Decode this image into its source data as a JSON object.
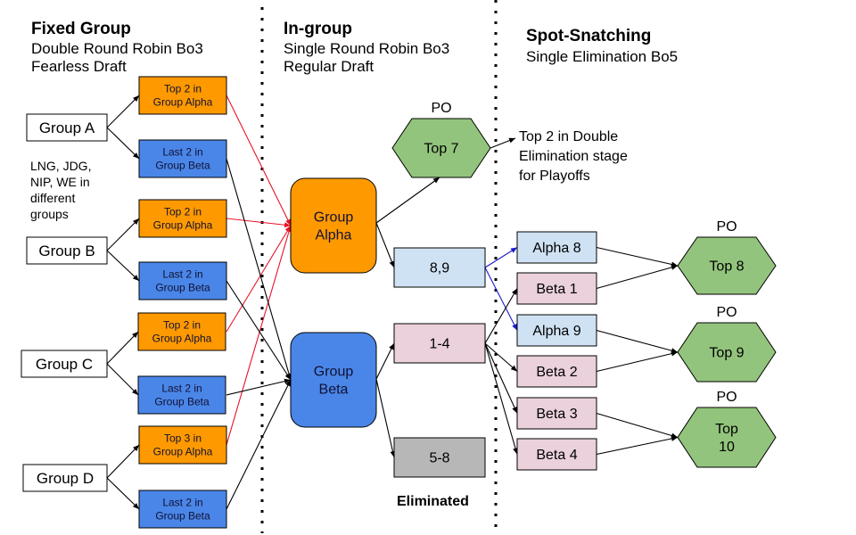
{
  "sections": [
    {
      "title": "Fixed Group",
      "lines": "Double Round Robin Bo3\nFearless Draft"
    },
    {
      "title": "In-group",
      "lines": "Single Round Robin Bo3\nRegular Draft"
    },
    {
      "title": "Spot-Snatching",
      "lines": "Single Elimination Bo5"
    }
  ],
  "notes": {
    "seeding": "LNG, JDG,\nNIP, WE in\ndifferent\ngroups",
    "top7_outcome": "Top 2 in Double\nElimination stage\nfor Playoffs",
    "eliminated": "Eliminated"
  },
  "colors": {
    "orange": "#ff9900",
    "blue": "#4a86e8",
    "light_blue": "#cfe2f3",
    "pink": "#ead1dc",
    "gray": "#b7b7b7",
    "green": "#93c47d",
    "red_arrow": "#e8132a",
    "blue_arrow": "#1a1acc",
    "black_arrow": "#000000"
  },
  "nodes": {
    "groupA": {
      "label": "Group A",
      "kind": "group"
    },
    "groupB": {
      "label": "Group B",
      "kind": "group"
    },
    "groupC": {
      "label": "Group C",
      "kind": "group"
    },
    "groupD": {
      "label": "Group D",
      "kind": "group"
    },
    "a_top": {
      "label": "Top 2 in\nGroup Alpha",
      "kind": "orange"
    },
    "a_last": {
      "label": "Last 2 in\nGroup Beta",
      "kind": "blue"
    },
    "b_top": {
      "label": "Top 2 in\nGroup Alpha",
      "kind": "orange"
    },
    "b_last": {
      "label": "Last 2 in\nGroup Beta",
      "kind": "blue"
    },
    "c_top": {
      "label": "Top 2 in\nGroup Alpha",
      "kind": "orange"
    },
    "c_last": {
      "label": "Last 2 in\nGroup Beta",
      "kind": "blue"
    },
    "d_top": {
      "label": "Top 3 in\nGroup Alpha",
      "kind": "orange"
    },
    "d_last": {
      "label": "Last 2 in\nGroup Beta",
      "kind": "blue"
    },
    "alpha": {
      "label": "Group\nAlpha",
      "kind": "orange-round"
    },
    "beta": {
      "label": "Group\nBeta",
      "kind": "blue-round"
    },
    "top7": {
      "label": "Top 7",
      "kind": "hex",
      "caption": "PO"
    },
    "a89": {
      "label": "8,9",
      "kind": "light-blue"
    },
    "b14": {
      "label": "1-4",
      "kind": "pink"
    },
    "b58": {
      "label": "5-8",
      "kind": "gray"
    },
    "alpha8": {
      "label": "Alpha 8",
      "kind": "light-blue"
    },
    "beta1": {
      "label": "Beta 1",
      "kind": "pink"
    },
    "alpha9": {
      "label": "Alpha 9",
      "kind": "light-blue"
    },
    "beta2": {
      "label": "Beta 2",
      "kind": "pink"
    },
    "beta3": {
      "label": "Beta 3",
      "kind": "pink"
    },
    "beta4": {
      "label": "Beta 4",
      "kind": "pink"
    },
    "top8": {
      "label": "Top 8",
      "kind": "hex",
      "caption": "PO"
    },
    "top9": {
      "label": "Top 9",
      "kind": "hex",
      "caption": "PO"
    },
    "top10": {
      "label": "Top\n10",
      "kind": "hex",
      "caption": "PO"
    }
  },
  "edges": [
    {
      "from": "groupA",
      "to": "a_top",
      "color": "black"
    },
    {
      "from": "groupA",
      "to": "a_last",
      "color": "black"
    },
    {
      "from": "groupB",
      "to": "b_top",
      "color": "black"
    },
    {
      "from": "groupB",
      "to": "b_last",
      "color": "black"
    },
    {
      "from": "groupC",
      "to": "c_top",
      "color": "black"
    },
    {
      "from": "groupC",
      "to": "c_last",
      "color": "black"
    },
    {
      "from": "groupD",
      "to": "d_top",
      "color": "black"
    },
    {
      "from": "groupD",
      "to": "d_last",
      "color": "black"
    },
    {
      "from": "a_top",
      "to": "alpha",
      "color": "red"
    },
    {
      "from": "b_top",
      "to": "alpha",
      "color": "red"
    },
    {
      "from": "c_top",
      "to": "alpha",
      "color": "red"
    },
    {
      "from": "d_top",
      "to": "alpha",
      "color": "red"
    },
    {
      "from": "a_last",
      "to": "beta",
      "color": "black"
    },
    {
      "from": "b_last",
      "to": "beta",
      "color": "black"
    },
    {
      "from": "c_last",
      "to": "beta",
      "color": "black"
    },
    {
      "from": "d_last",
      "to": "beta",
      "color": "black"
    },
    {
      "from": "alpha",
      "to": "top7",
      "color": "black"
    },
    {
      "from": "alpha",
      "to": "a89",
      "color": "black"
    },
    {
      "from": "beta",
      "to": "b14",
      "color": "black"
    },
    {
      "from": "beta",
      "to": "b58",
      "color": "black"
    },
    {
      "from": "top7",
      "to": "top7_outcome",
      "color": "black"
    },
    {
      "from": "a89",
      "to": "alpha8",
      "color": "blue"
    },
    {
      "from": "a89",
      "to": "alpha9",
      "color": "blue"
    },
    {
      "from": "b14",
      "to": "beta1",
      "color": "black"
    },
    {
      "from": "b14",
      "to": "beta2",
      "color": "black"
    },
    {
      "from": "b14",
      "to": "beta3",
      "color": "black"
    },
    {
      "from": "b14",
      "to": "beta4",
      "color": "black"
    },
    {
      "from": "alpha8",
      "to": "top8",
      "color": "black"
    },
    {
      "from": "beta1",
      "to": "top8",
      "color": "black"
    },
    {
      "from": "alpha9",
      "to": "top9",
      "color": "black"
    },
    {
      "from": "beta2",
      "to": "top9",
      "color": "black"
    },
    {
      "from": "beta3",
      "to": "top10",
      "color": "black"
    },
    {
      "from": "beta4",
      "to": "top10",
      "color": "black"
    }
  ]
}
